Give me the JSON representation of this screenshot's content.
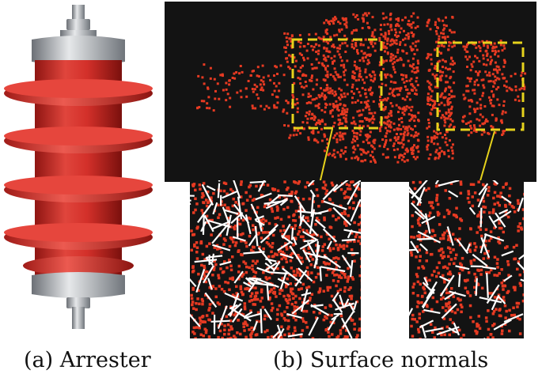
{
  "figure": {
    "subfigures": [
      {
        "id": "a",
        "caption": "(a) Arrester"
      },
      {
        "id": "b",
        "caption": "(b) Surface normals"
      }
    ]
  },
  "colors": {
    "insulator_red": "#d92f2a",
    "cap_metal": "#9aa0a6",
    "point_color": "#e63a22",
    "normal_color": "#ffffff",
    "highlight_box": "#e6d21c",
    "panel_bg": "#131313"
  }
}
